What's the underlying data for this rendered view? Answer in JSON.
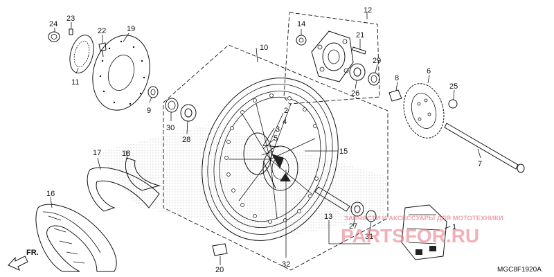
{
  "diagram": {
    "code": "MGC8F1920A",
    "direction": "FR.",
    "watermark": {
      "brand": "PARTSFOR.RU",
      "tagline": "ЗАПЧАСТИ И АКСЕССУАРЫ ДЛЯ МОТОТЕХНИКИ"
    },
    "labels": {
      "l1": "1",
      "l2": "2",
      "l3": "3",
      "l4": "4",
      "l5": "5",
      "l6": "6",
      "l7": "7",
      "l8": "8",
      "l9": "9",
      "l10": "10",
      "l11": "11",
      "l12": "12",
      "l13": "13",
      "l14": "14",
      "l15": "15",
      "l16": "16",
      "l17": "17",
      "l18": "18",
      "l19": "19",
      "l20": "20",
      "l21": "21",
      "l22": "22",
      "l23": "23",
      "l24": "24",
      "l25": "25",
      "l26": "26",
      "l27": "27",
      "l28": "28",
      "l29": "29",
      "l30": "30",
      "l31": "31",
      "l32": "32"
    }
  }
}
